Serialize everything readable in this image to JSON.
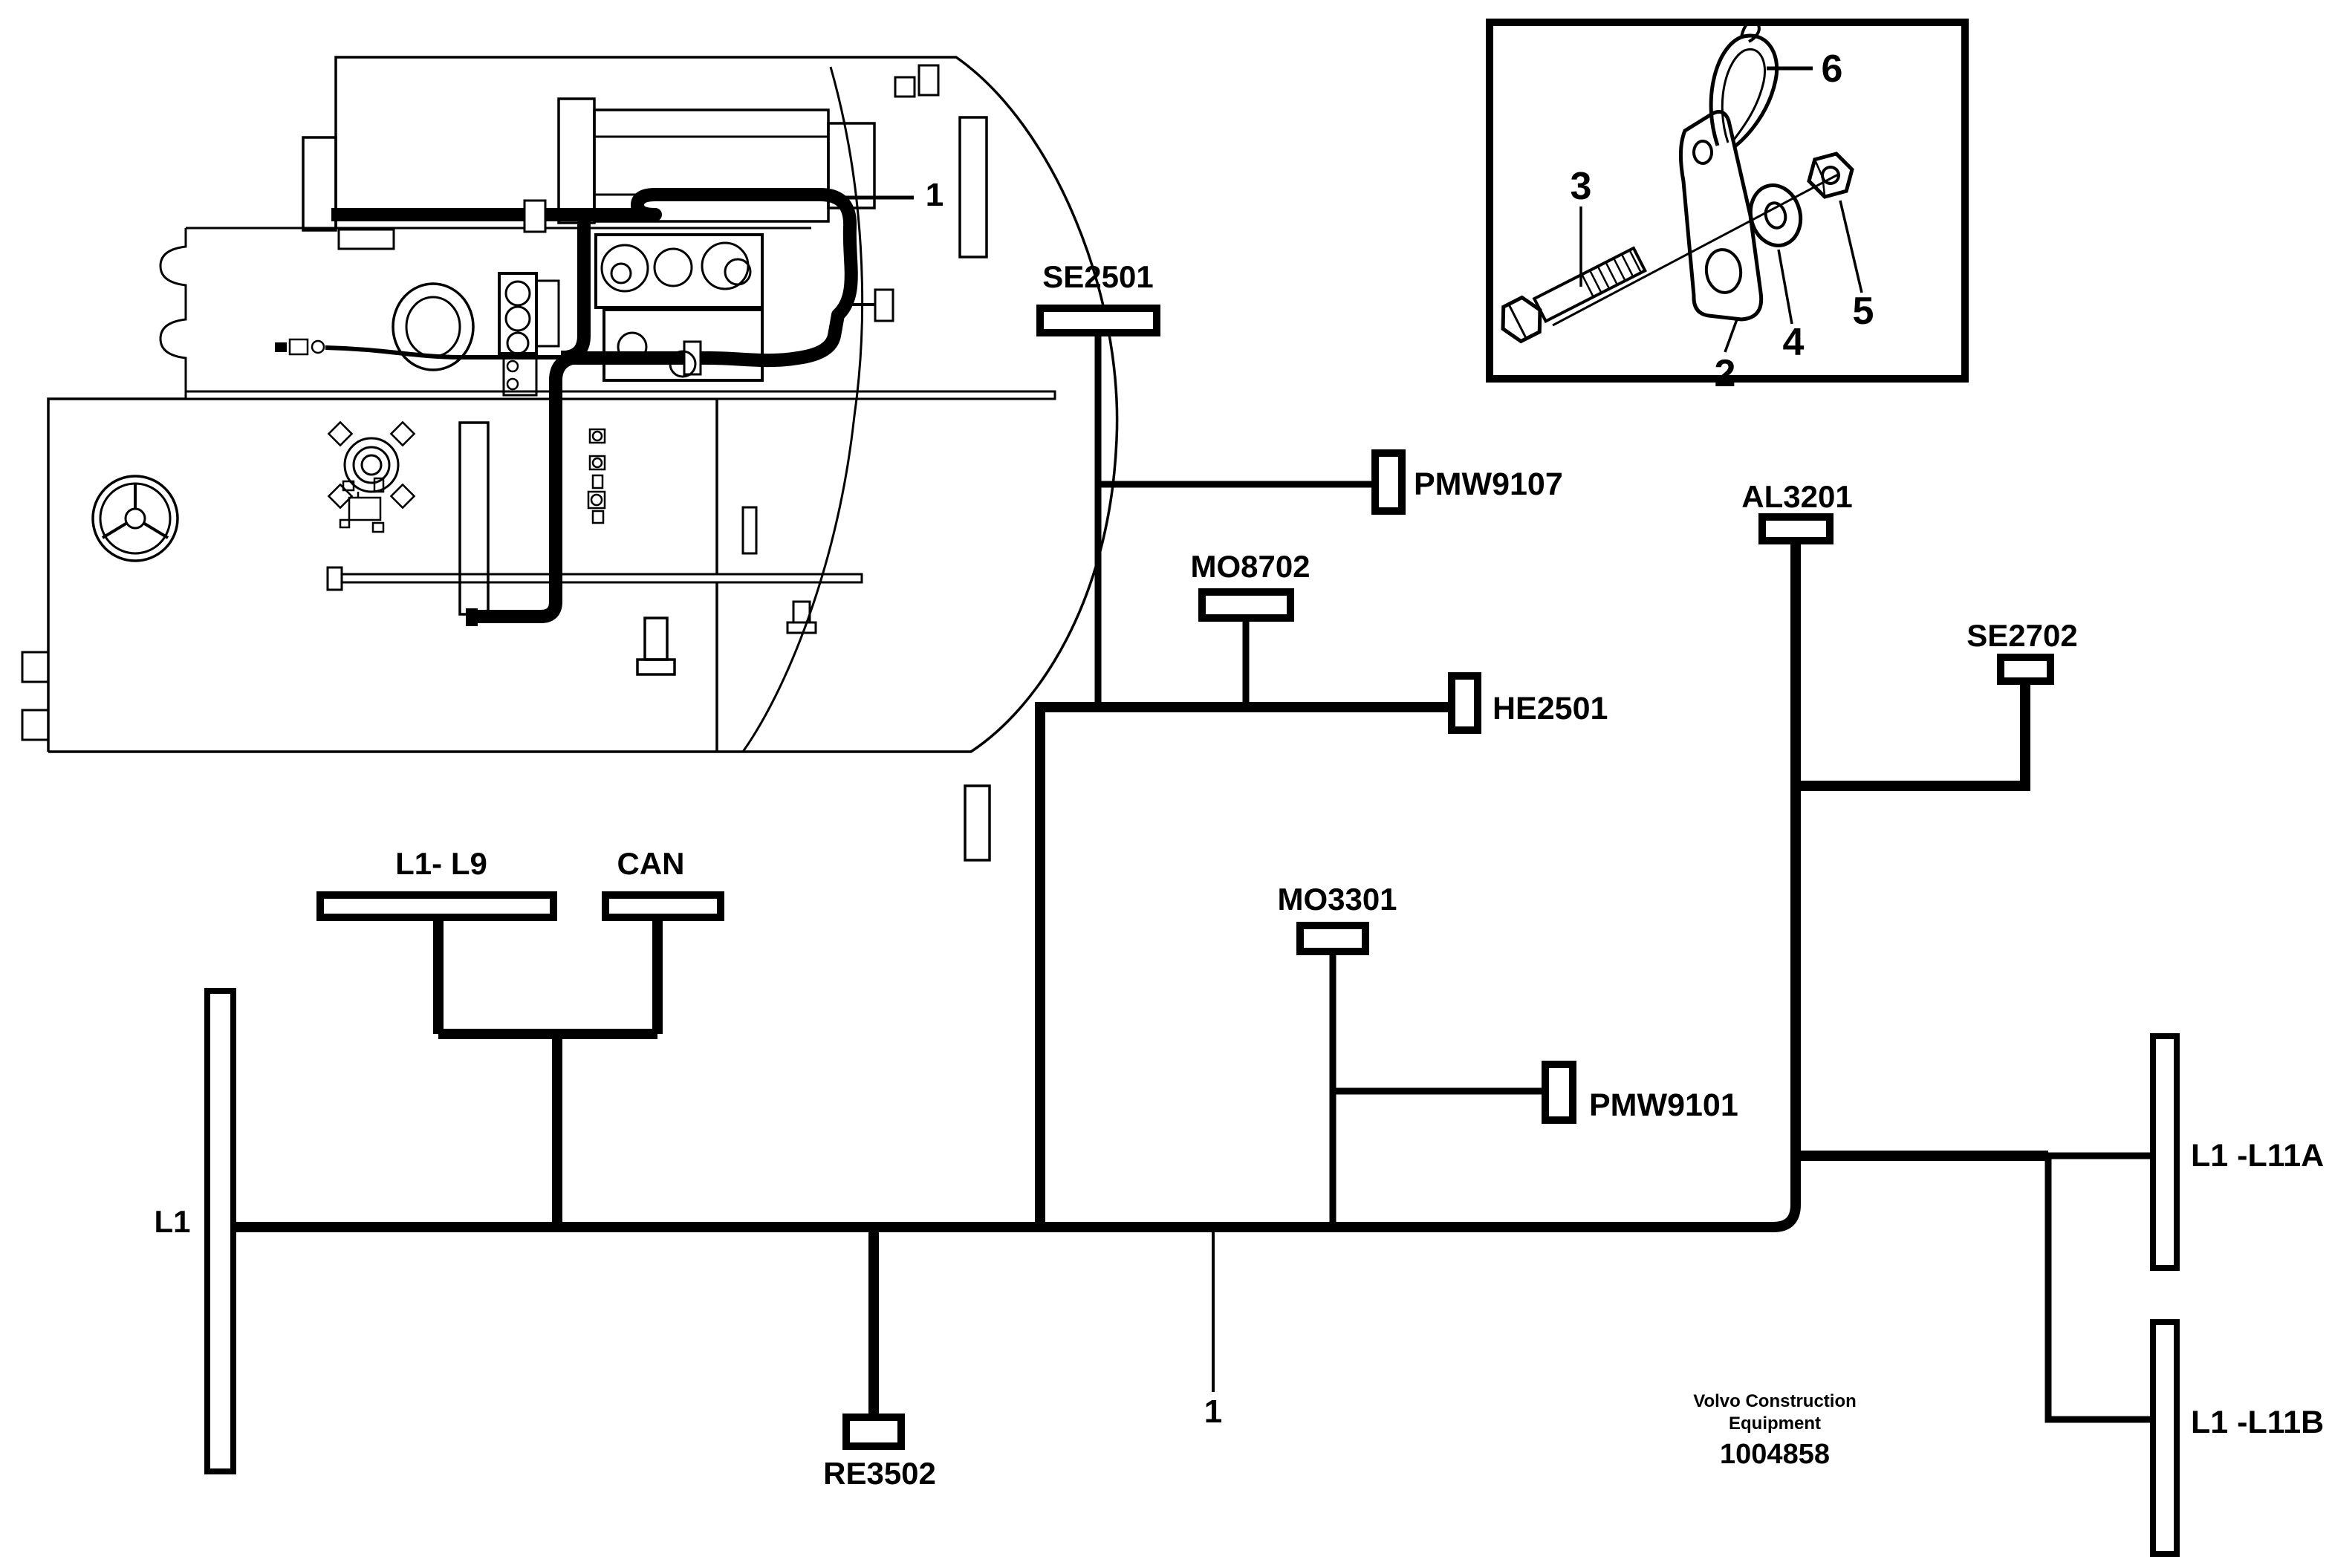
{
  "document": {
    "background": "#ffffff",
    "ink": "#000000"
  },
  "wiring_diagram": {
    "harness_callout": "1",
    "bus_callout": "1",
    "connectors": {
      "se2501": "SE2501",
      "pmw9107": "PMW9107",
      "mo8702": "MO8702",
      "he2501": "HE2501",
      "al3201": "AL3201",
      "se2702": "SE2702",
      "l1_l9": "L1- L9",
      "can": "CAN",
      "mo3301": "MO3301",
      "pmw9101": "PMW9101",
      "l1": "L1",
      "re3502": "RE3502",
      "l1_l11a": "L1 -L11A",
      "l1_l11b": "L1 -L11B"
    }
  },
  "mounting_parts_inset": {
    "bracket": "2",
    "bolt": "3",
    "washer": "4",
    "nut": "5",
    "cable_tie": "6"
  },
  "footer": {
    "company_line1": "Volvo Construction",
    "company_line2": "Equipment",
    "document_number": "1004858"
  }
}
